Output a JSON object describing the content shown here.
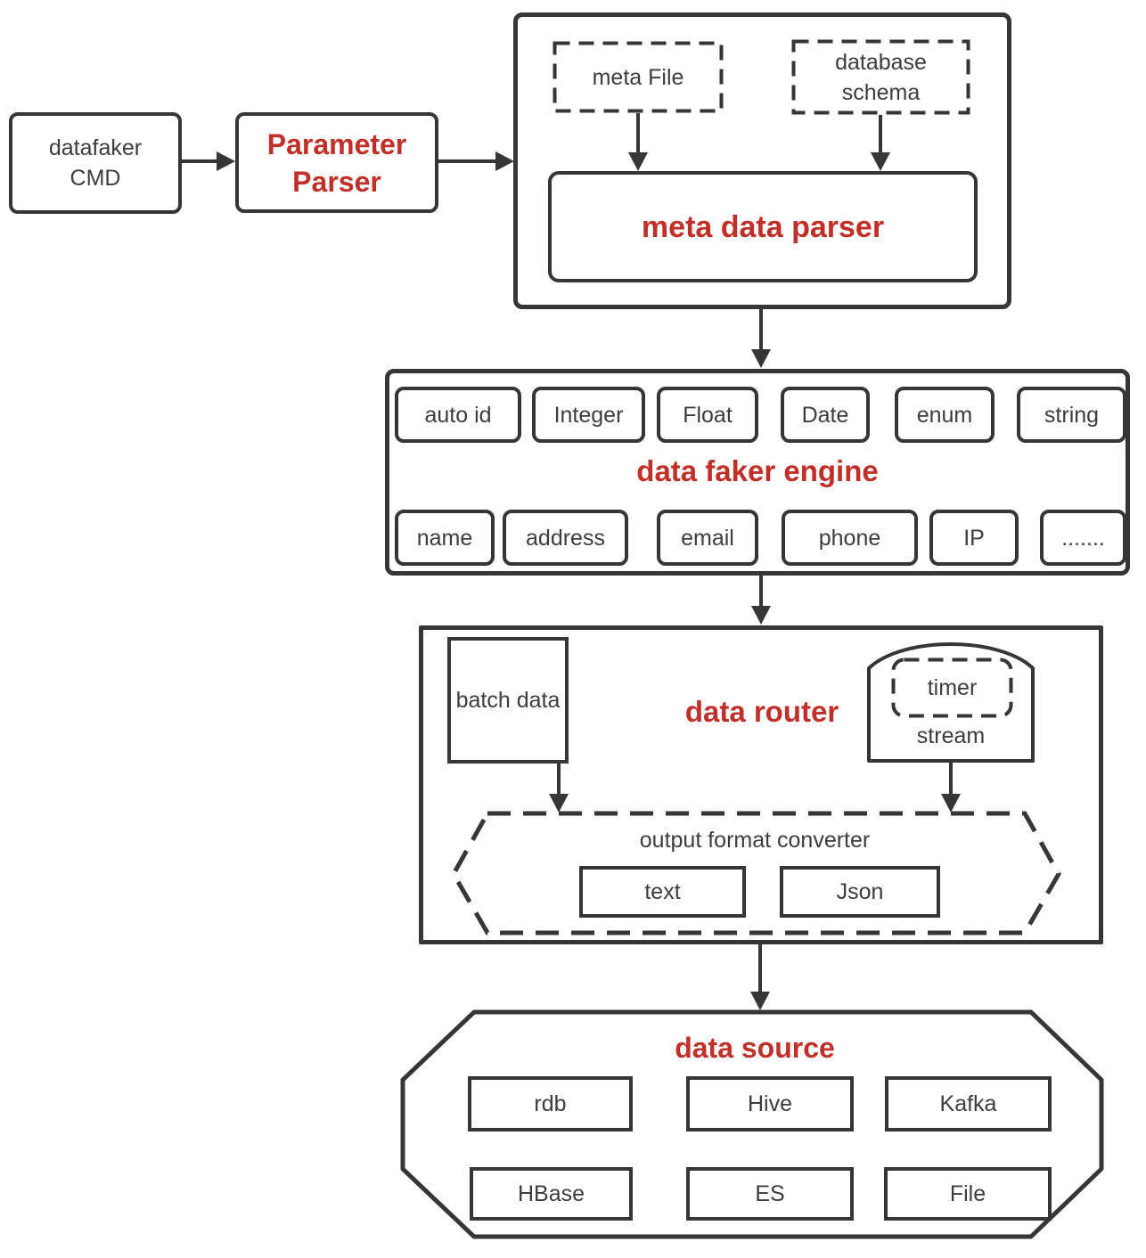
{
  "palette": {
    "ink": "#363636",
    "accent_red": "#c13028",
    "background": "#ffffff"
  },
  "pipeline": {
    "cmd_box": "datafaker\nCMD",
    "parameter_parser": "Parameter\nParser"
  },
  "meta_group": {
    "meta_file": "meta File",
    "database_schema": "database\nschema",
    "meta_data_parser": "meta data parser"
  },
  "engine": {
    "title": "data faker engine",
    "top_row": [
      "auto id",
      "Integer",
      "Float",
      "Date",
      "enum",
      "string"
    ],
    "bottom_row": [
      "name",
      "address",
      "email",
      "phone",
      "IP",
      "......."
    ]
  },
  "router": {
    "title": "data router",
    "batch": "batch data",
    "timer": "timer",
    "stream": "stream",
    "converter": {
      "title": "output format converter",
      "formats": [
        "text",
        "Json"
      ]
    }
  },
  "source": {
    "title": "data source",
    "row1": [
      "rdb",
      "Hive",
      "Kafka"
    ],
    "row2": [
      "HBase",
      "ES",
      "File"
    ]
  }
}
